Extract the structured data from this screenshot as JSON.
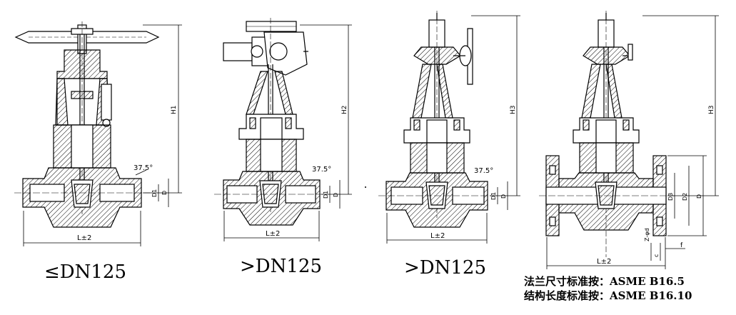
{
  "captions": {
    "v1": "≤DN125",
    "v2": ">DN125",
    "v3": ">DN125"
  },
  "notes": {
    "line1": "法兰尺寸标准按：ASME B16.5",
    "line2": "结构长度标准按：ASME B16.10"
  },
  "dims": {
    "h1": "H1",
    "h2": "H2",
    "h3a": "H3",
    "h3b": "H3",
    "angle": "37.5°",
    "l": "L±2",
    "d": "D",
    "d1": "D1",
    "d2": "D2",
    "d3": "D3",
    "z": "Z-φd",
    "f": "f",
    "c": "c"
  },
  "colors": {
    "line": "#000000",
    "hatch": "#000000",
    "background": "#ffffff"
  }
}
